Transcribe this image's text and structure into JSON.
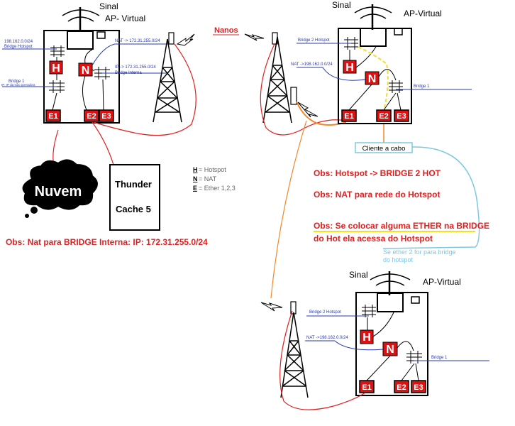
{
  "colors": {
    "red": "#e02020",
    "blue": "#2a3aa8",
    "cyan": "#7ec8e3",
    "orange": "#f0882a",
    "yellow": "#f4e020",
    "black": "#000000"
  },
  "labels": {
    "signal": "Sinal",
    "ap_virtual_1": "AP- Virtual",
    "ap_virtual_2": "AP-Virtual",
    "nanos": "Nanos",
    "cloud": "Nuvem",
    "thunder": "Thunder",
    "cache": "Cache 5",
    "cliente_cabo": "Cliente a cabo",
    "h": "H",
    "n": "N",
    "e1": "E1",
    "e2": "E2",
    "e3": "E3"
  },
  "router1": {
    "subnet": "198.162.0.0/24",
    "bridge_hotspot": "Bridge Hotspot",
    "bridge1": "Bridge 1",
    "ip_operadora": "IP: IP da sua operadora",
    "nat": "NAT -> 172.31.255.0/24",
    "ip_bridge": "IP -> 172.31.255.0/24",
    "bridge_interna": "Bridge Interna"
  },
  "router2": {
    "bridge2_hotspot": "Bridge 2 Hotspot",
    "nat": "NAT ->198.162.0.0/24",
    "bridge1": "Bridge 1"
  },
  "router3": {
    "bridge2_hotspot": "Bridge 2 Hotspot",
    "nat": "NAT ->198.162.0.0/24",
    "bridge1": "Bridge 1"
  },
  "legend": {
    "h": "H",
    "h_text": "= Hotspot",
    "n": "N",
    "n_text": "= NAT",
    "e": "E",
    "e_text": "= Ether 1,2,3"
  },
  "notes": {
    "obs_nat_bridge": "Obs: Nat para BRIDGE Interna: IP: 172.31.255.0/24",
    "obs_hotspot": "Obs: Hotspot -> BRIDGE 2 HOT",
    "obs_nat_rede": "Obs: NAT para rede do Hotspot",
    "obs_ether_1": "Obs: Se colocar alguma ETHER na BRIDGE",
    "obs_ether_2": "do Hot ela acessa do Hotspot",
    "cyan_1": "Se ether 2 for para bridge",
    "cyan_2": "do hotspot"
  }
}
